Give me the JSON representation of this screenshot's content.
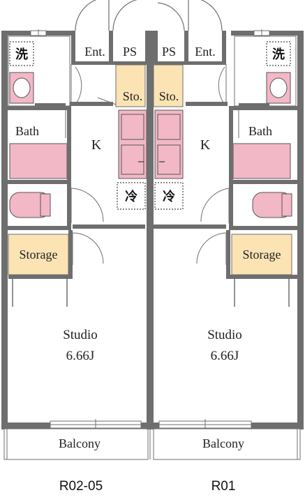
{
  "units": [
    {
      "code": "R02-05",
      "rooms": {
        "entrance": "Ent.",
        "pipe_space": "PS",
        "storage_small": "Sto.",
        "kitchen": "K",
        "bath": "Bath",
        "storage": "Storage",
        "studio": "Studio",
        "studio_size": "6.66J",
        "balcony": "Balcony",
        "laundry": "洗",
        "fridge": "冷"
      }
    },
    {
      "code": "R01",
      "rooms": {
        "entrance": "Ent.",
        "pipe_space": "PS",
        "storage_small": "Sto.",
        "kitchen": "K",
        "bath": "Bath",
        "storage": "Storage",
        "studio": "Studio",
        "studio_size": "6.66J",
        "balcony": "Balcony",
        "laundry": "洗",
        "fridge": "冷"
      }
    }
  ],
  "colors": {
    "wall": "#6e6e6e",
    "wet_area": "#f2b8c6",
    "storage": "#fbe3b4",
    "floor": "#ffffff"
  }
}
